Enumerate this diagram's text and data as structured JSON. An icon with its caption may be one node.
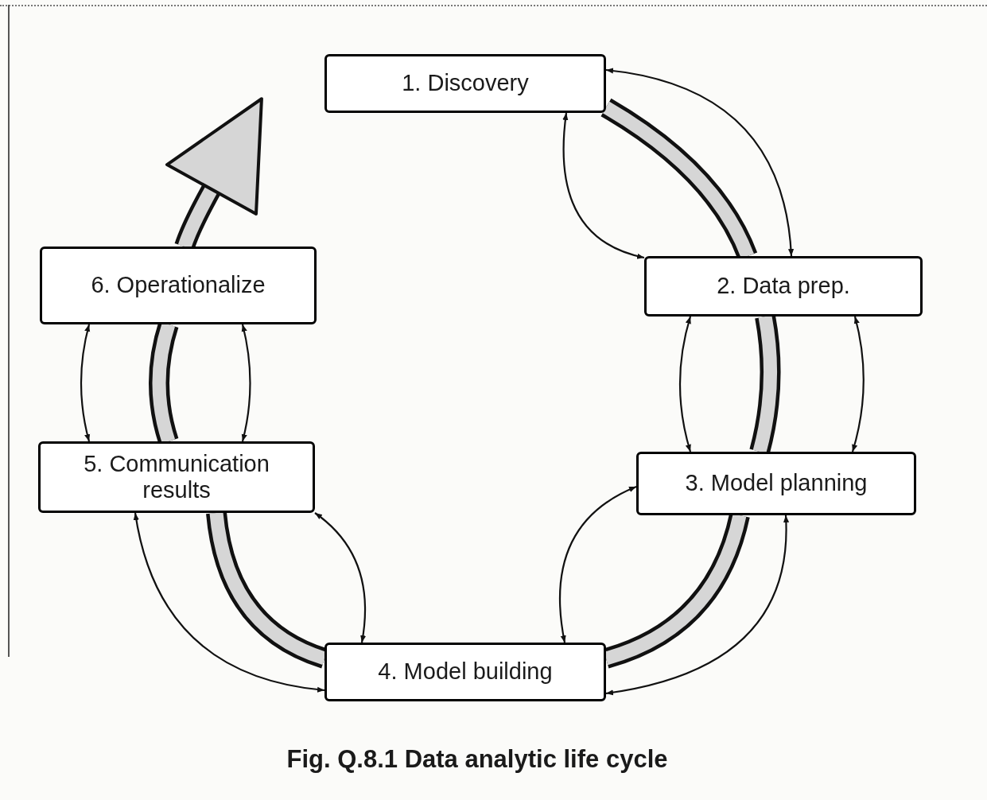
{
  "diagram": {
    "caption": "Fig. Q.8.1 Data analytic life cycle",
    "nodes": [
      {
        "text": [
          "1. Discovery"
        ]
      },
      {
        "text": [
          "2. Data prep."
        ]
      },
      {
        "text": [
          "3. Model planning"
        ]
      },
      {
        "text": [
          "4. Model building"
        ]
      },
      {
        "text": [
          "5. Communication results"
        ]
      },
      {
        "text": [
          "6. Operationalize"
        ]
      }
    ],
    "edges": [
      {
        "from": 0,
        "to": 1,
        "arrow": "both"
      },
      {
        "from": 0,
        "to": 1,
        "arrow": "both"
      },
      {
        "from": 1,
        "to": 2,
        "arrow": "both"
      },
      {
        "from": 1,
        "to": 2,
        "arrow": "both"
      },
      {
        "from": 2,
        "to": 3,
        "arrow": "both"
      },
      {
        "from": 2,
        "to": 3,
        "arrow": "both"
      },
      {
        "from": 3,
        "to": 4,
        "arrow": "both"
      },
      {
        "from": 3,
        "to": 4,
        "arrow": "both"
      },
      {
        "from": 4,
        "to": 5,
        "arrow": "both"
      },
      {
        "from": 4,
        "to": 5,
        "arrow": "both"
      },
      {
        "from": 0,
        "to": 1,
        "arrow": "none",
        "style": "thick"
      },
      {
        "from": 1,
        "to": 2,
        "arrow": "none",
        "style": "thick"
      },
      {
        "from": 2,
        "to": 3,
        "arrow": "none",
        "style": "thick"
      },
      {
        "from": 3,
        "to": 4,
        "arrow": "none",
        "style": "thick"
      },
      {
        "from": 4,
        "to": 5,
        "arrow": "none",
        "style": "thick"
      },
      {
        "from": 5,
        "to": null,
        "arrow": "to",
        "style": "thick"
      }
    ]
  }
}
